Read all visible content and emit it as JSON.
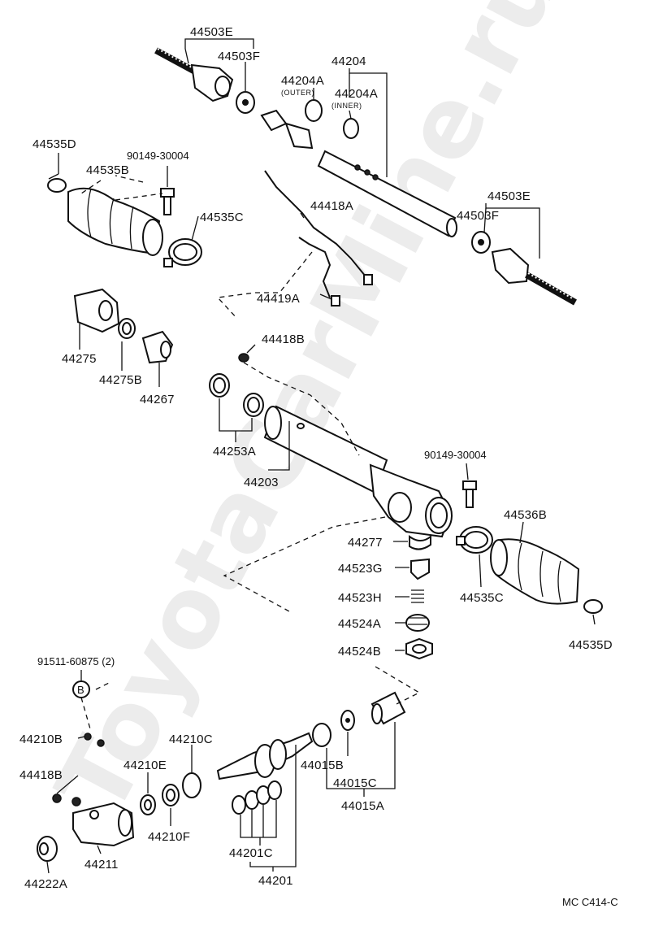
{
  "watermark": "ToyotaCarMine.ru",
  "catalog_code": "MC C414-C",
  "labels": {
    "p44503E_top": "44503E",
    "p44503F_top": "44503F",
    "p44204": "44204",
    "p44204A_outer": "44204A",
    "outer_note": "(OUTER)",
    "p44204A_inner": "44204A",
    "inner_note": "(INNER)",
    "p44535D_left": "44535D",
    "p90149_left": "90149-30004",
    "p44535B": "44535B",
    "p44535C_left": "44535C",
    "p44418A": "44418A",
    "p44419A": "44419A",
    "p44503E_right": "44503E",
    "p44503F_right": "44503F",
    "p44275": "44275",
    "p44275B": "44275B",
    "p44267": "44267",
    "p44418B_mid": "44418B",
    "p44253A": "44253A",
    "p44203": "44203",
    "p90149_right": "90149-30004",
    "p44536B": "44536B",
    "p44277": "44277",
    "p44523G": "44523G",
    "p44523H": "44523H",
    "p44524A": "44524A",
    "p44524B": "44524B",
    "p44535C_right": "44535C",
    "p44535D_right": "44535D",
    "p91511": "91511-60875 (2)",
    "ref_b": "B",
    "p44210B": "44210B",
    "p44210C": "44210C",
    "p44418B_low": "44418B",
    "p44210E": "44210E",
    "p44210F": "44210F",
    "p44211": "44211",
    "p44222A": "44222A",
    "p44015B": "44015B",
    "p44015C": "44015C",
    "p44015A": "44015A",
    "p44201C": "44201C",
    "p44201": "44201"
  }
}
